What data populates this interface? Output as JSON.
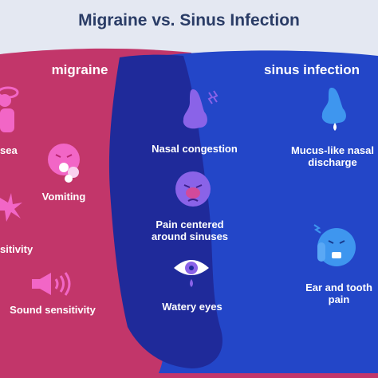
{
  "title": "Migraine vs. Sinus Infection",
  "headers": {
    "left": "migraine",
    "right": "sinus infection"
  },
  "migraine_symptoms": [
    "sea",
    "Vomiting",
    "sitivity",
    "Sound sensitivity"
  ],
  "shared_symptoms": [
    "Nasal congestion",
    "Pain centered around sinuses",
    "Watery eyes"
  ],
  "sinus_symptoms": [
    "Mucus-like nasal discharge",
    "Ear and tooth pain"
  ],
  "colors": {
    "background": "#e4e8f2",
    "title": "#2a3c66",
    "migraine_region": "#c2366a",
    "sinus_region": "#2346c8",
    "overlap_region": "#1f2a9a",
    "icon_pink": "#f266c6",
    "icon_purple": "#8a63e8",
    "icon_blue": "#3e96ef"
  },
  "icons": [
    "dizzy-person-icon",
    "vomiting-face-icon",
    "light-burst-icon",
    "speaker-sound-icon",
    "nose-icon",
    "headache-face-icon",
    "watery-eye-icon",
    "runny-nose-icon",
    "ear-tooth-pain-face-icon"
  ]
}
